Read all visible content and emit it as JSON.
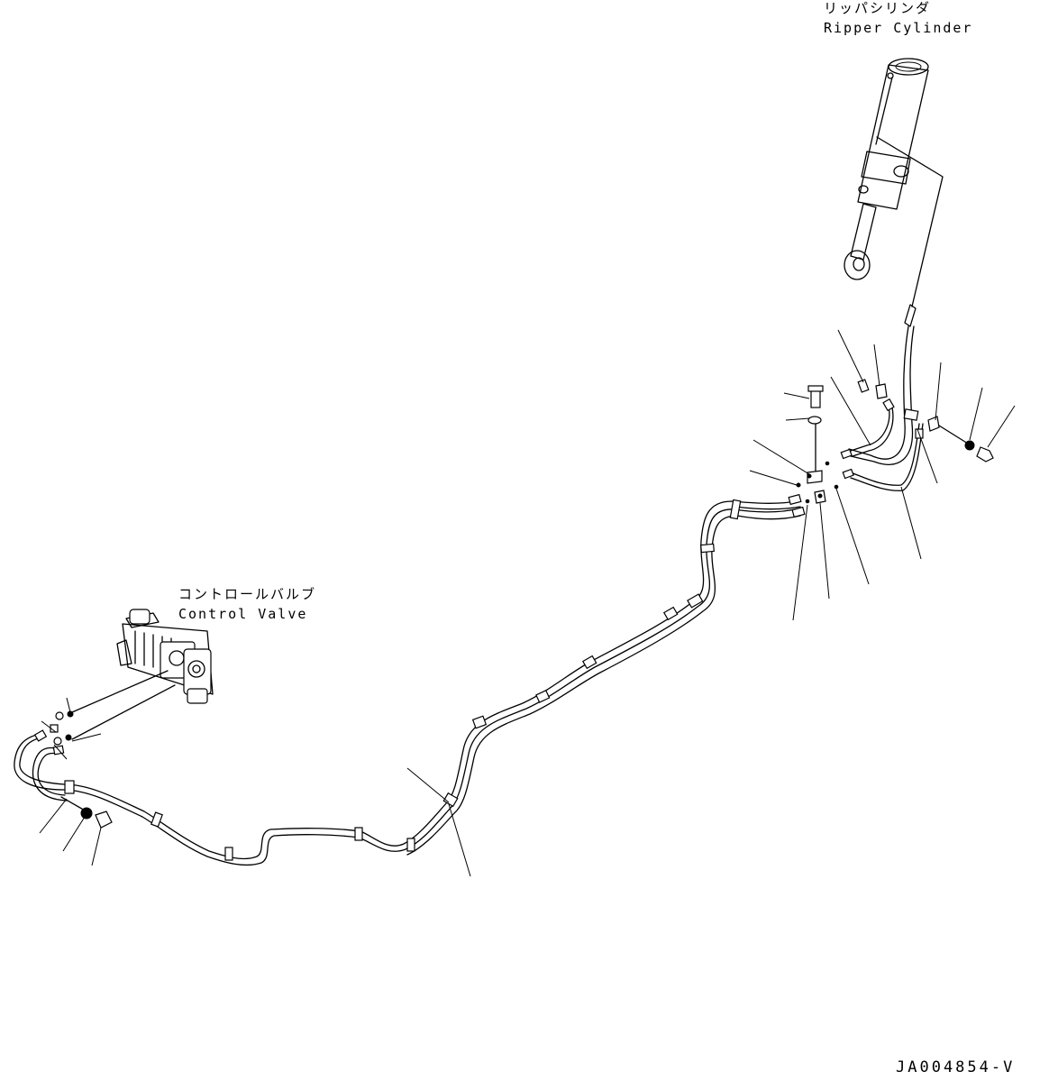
{
  "labels": {
    "ripper_cylinder_jp": "リッパシリンダ",
    "ripper_cylinder_en": "Ripper Cylinder",
    "control_valve_jp": "コントロールバルブ",
    "control_valve_en": "Control Valve"
  },
  "drawing_code": "JA004854-V"
}
